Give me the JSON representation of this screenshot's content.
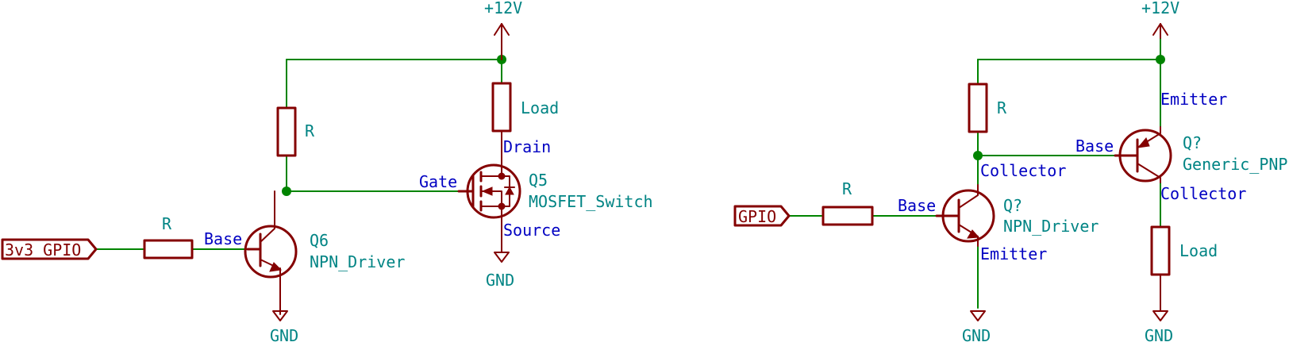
{
  "left_circuit": {
    "supply": "+12V",
    "load": "Load",
    "pullup_resistor": "R",
    "base_resistor": "R",
    "input_label": "3v3_GPIO",
    "npn": {
      "ref": "Q6",
      "value": "NPN_Driver",
      "pin_base": "Base",
      "gnd": "GND"
    },
    "mosfet": {
      "ref": "Q5",
      "value": "MOSFET_Switch",
      "pin_gate": "Gate",
      "pin_drain": "Drain",
      "pin_source": "Source",
      "gnd": "GND"
    }
  },
  "right_circuit": {
    "supply": "+12V",
    "pullup_resistor": "R",
    "base_resistor": "R",
    "input_label": "GPIO",
    "npn": {
      "ref": "Q?",
      "value": "NPN_Driver",
      "pin_base": "Base",
      "pin_collector": "Collector",
      "pin_emitter": "Emitter",
      "gnd": "GND"
    },
    "pnp": {
      "ref": "Q?",
      "value": "Generic_PNP",
      "pin_base": "Base",
      "pin_emitter": "Emitter",
      "pin_collector": "Collector"
    },
    "load": "Load",
    "load_gnd": "GND"
  },
  "colors": {
    "wire": "#008400",
    "symbol": "#840000",
    "part_text": "#008484",
    "pin_text": "#0000c2"
  }
}
